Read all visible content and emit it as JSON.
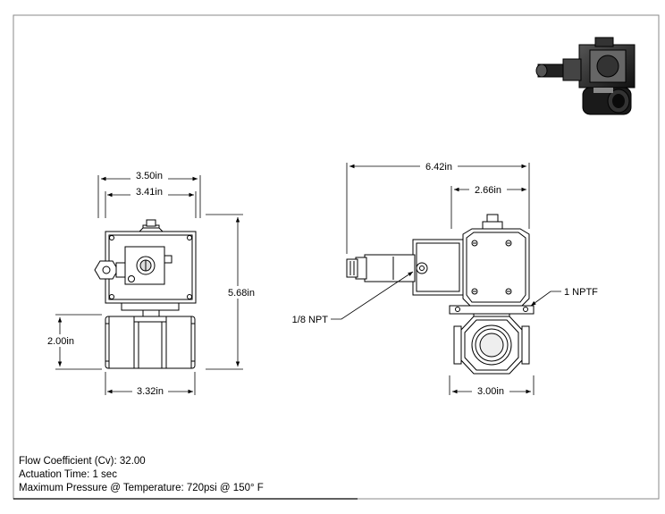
{
  "dimensions": {
    "front_width_outer": "3.50in",
    "front_width_inner": "3.41in",
    "front_height_total": "5.68in",
    "front_body_height": "2.00in",
    "front_body_width": "3.32in",
    "side_total_length": "6.42in",
    "side_actuator_length": "2.66in",
    "side_body_width": "3.00in"
  },
  "callouts": {
    "pilot_port": "1/8 NPT",
    "pipe_port": "1 NPTF"
  },
  "specs": {
    "flow_coefficient": "Flow Coefficient (Cv): 32.00",
    "actuation_time": "Actuation Time: 1 sec",
    "max_pressure": "Maximum Pressure @ Temperature: 720psi @ 150° F"
  }
}
